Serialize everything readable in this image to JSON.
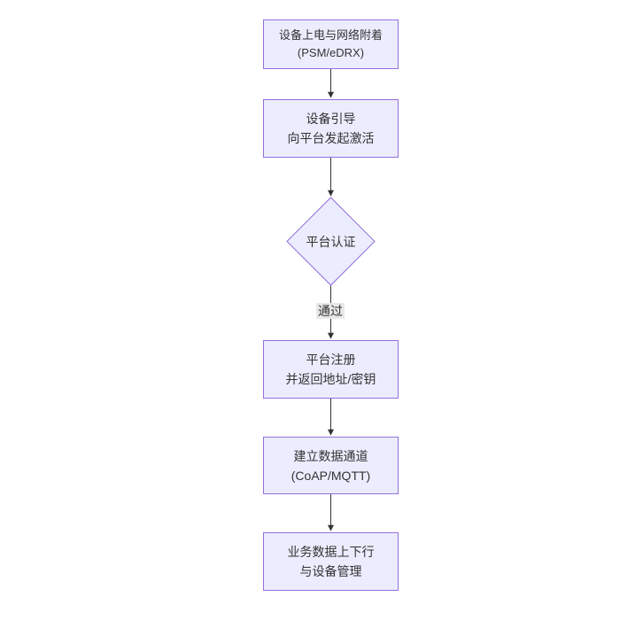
{
  "flowchart": {
    "colors": {
      "node_fill": "#ECECFF",
      "node_border": "#9370DB",
      "arrow": "#333333",
      "edge_label_bg": "#e8e8e8",
      "text": "#333333",
      "bg": "#ffffff"
    },
    "nodes": [
      {
        "id": "A",
        "shape": "rect",
        "label": "设备上电与网络附着\n(PSM/eDRX)"
      },
      {
        "id": "B",
        "shape": "rect",
        "label": "设备引导\n向平台发起激活"
      },
      {
        "id": "C",
        "shape": "diamond",
        "label": "平台认证"
      },
      {
        "id": "D",
        "shape": "rect",
        "label": "平台注册\n并返回地址/密钥"
      },
      {
        "id": "E",
        "shape": "rect",
        "label": "建立数据通道\n(CoAP/MQTT)"
      },
      {
        "id": "F",
        "shape": "rect",
        "label": "业务数据上下行\n与设备管理"
      }
    ],
    "edges": [
      {
        "from": "A",
        "to": "B",
        "label": ""
      },
      {
        "from": "B",
        "to": "C",
        "label": ""
      },
      {
        "from": "C",
        "to": "D",
        "label": "通过"
      },
      {
        "from": "D",
        "to": "E",
        "label": ""
      },
      {
        "from": "E",
        "to": "F",
        "label": ""
      }
    ]
  }
}
